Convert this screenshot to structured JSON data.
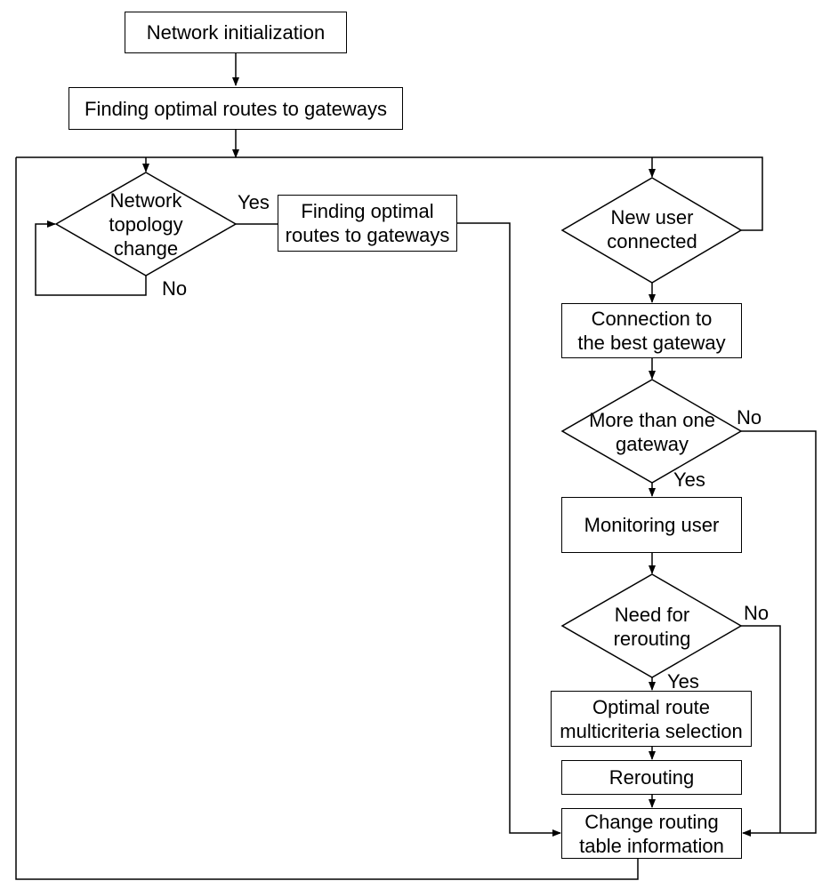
{
  "nodes": {
    "init": "Network initialization",
    "find_top": "Finding optimal routes to gateways",
    "topology_change": "Network\ntopology\nchange",
    "find_right": "Finding optimal\nroutes to gateways",
    "new_user": "New user\nconnected",
    "connect_best": "Connection to\nthe best gateway",
    "more_than_one": "More than one\ngateway",
    "monitoring": "Monitoring user",
    "need_rerouting": "Need for\nrerouting",
    "optimal_selection": "Optimal route\nmulticriteria selection",
    "rerouting": "Rerouting",
    "change_table": "Change routing\ntable information"
  },
  "edge_labels": {
    "topology_yes": "Yes",
    "topology_no": "No",
    "more_no": "No",
    "more_yes": "Yes",
    "need_no": "No",
    "need_yes": "Yes"
  }
}
